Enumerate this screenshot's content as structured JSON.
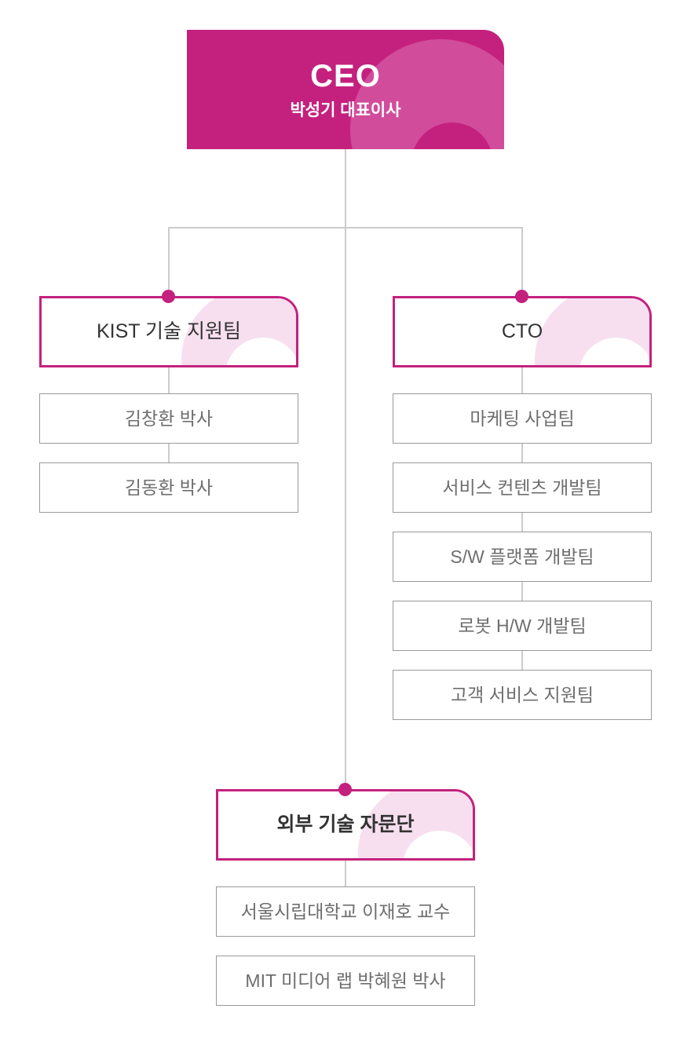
{
  "chart": {
    "type": "org-chart",
    "root": {
      "title": "CEO",
      "subtitle": "박성기 대표이사"
    },
    "branches": [
      {
        "name": "KIST 기술 지원팀",
        "children": [
          {
            "name": "김창환 박사"
          },
          {
            "name": "김동환 박사"
          }
        ]
      },
      {
        "name": "CTO",
        "children": [
          {
            "name": "마케팅 사업팀"
          },
          {
            "name": "서비스 컨텐츠 개발팀"
          },
          {
            "name": "S/W 플랫폼 개발팀"
          },
          {
            "name": "로봇 H/W 개발팀"
          },
          {
            "name": "고객 서비스 지원팀"
          }
        ]
      },
      {
        "name": "외부 기술 자문단",
        "children": [
          {
            "name": "서울시립대학교 이재호 교수"
          },
          {
            "name": "MIT 미디어 랩 박혜원 박사"
          }
        ]
      }
    ]
  },
  "colors": {
    "brand_magenta": "#c4217e",
    "deco_pink": "#d14d9b",
    "deco_light_pink": "#f7dff0",
    "line_gray": "#cccccc",
    "box_border_gray": "#9a9a9a",
    "child_text_gray": "#6e6e6e",
    "node_text_dark": "#333333",
    "background": "#ffffff"
  }
}
